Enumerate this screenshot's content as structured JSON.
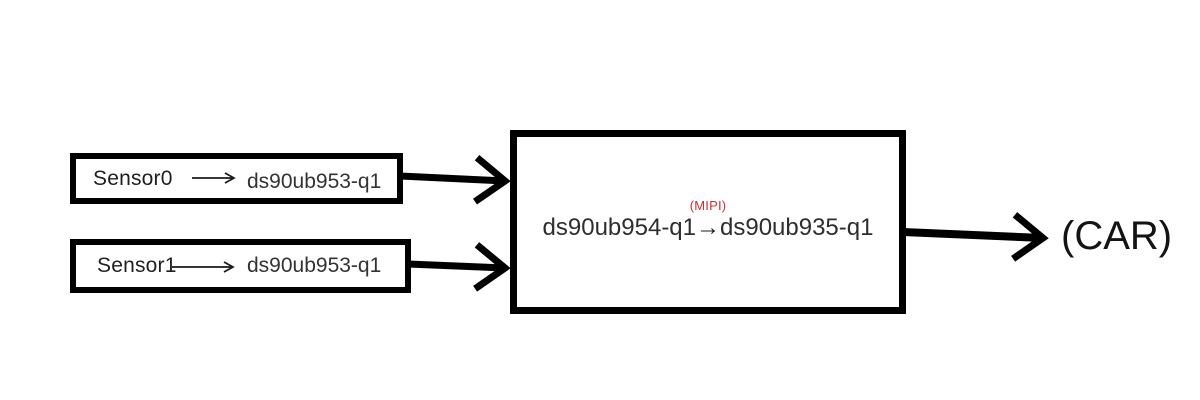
{
  "page": {
    "background": "#ffffff"
  },
  "colors": {
    "box_border": "#000000",
    "arrow_line": "#000000",
    "sensor_text": "#1f1f1f",
    "chip_text": "#333333",
    "mipi_red": "#d32f2f",
    "car_text": "#141414"
  },
  "diagram": {
    "sensor0_box": {
      "label": "Sensor0",
      "arrow_icon": "thin-right-arrow",
      "chip": "ds90ub953-q1"
    },
    "sensor1_box": {
      "label": "Sensor1",
      "arrow_icon": "thin-right-arrow",
      "chip": "ds90ub953-q1"
    },
    "deserializer_box": {
      "link_label": "(MIPI)",
      "left_chip": "ds90ub954-q1",
      "arrow_glyph": "→",
      "right_chip": "ds90ub935-q1"
    },
    "output_label": "(CAR)",
    "connectors": [
      {
        "name": "sensor0-internal-arrow",
        "from": "Sensor0",
        "to": "ds90ub953-q1",
        "style": "thin"
      },
      {
        "name": "sensor1-internal-arrow",
        "from": "Sensor1",
        "to": "ds90ub953-q1",
        "style": "thin"
      },
      {
        "name": "sensor0-to-deserializer-arrow",
        "from": "sensor0_box",
        "to": "deserializer_box",
        "style": "thick"
      },
      {
        "name": "sensor1-to-deserializer-arrow",
        "from": "sensor1_box",
        "to": "deserializer_box",
        "style": "thick"
      },
      {
        "name": "deserializer-to-car-arrow",
        "from": "deserializer_box",
        "to": "(CAR)",
        "style": "thick"
      }
    ]
  }
}
